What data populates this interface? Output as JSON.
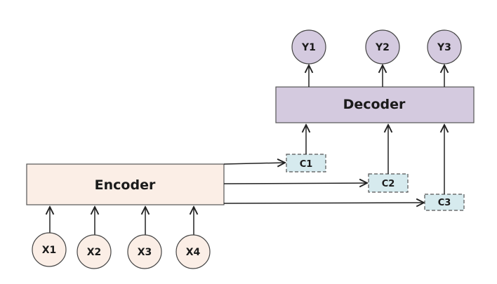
{
  "diagram": {
    "type": "encoder-decoder",
    "colors": {
      "encoder_fill": "#fbeee6",
      "decoder_fill": "#d4cadf",
      "context_fill": "#d6eaee",
      "input_fill": "#fbeee6",
      "output_fill": "#d4cadf",
      "stroke": "#333333"
    },
    "encoder": {
      "label": "Encoder"
    },
    "decoder": {
      "label": "Decoder"
    },
    "inputs": [
      {
        "id": "x1",
        "label": "X1"
      },
      {
        "id": "x2",
        "label": "X2"
      },
      {
        "id": "x3",
        "label": "X3"
      },
      {
        "id": "x4",
        "label": "X4"
      }
    ],
    "contexts": [
      {
        "id": "c1",
        "label": "C1"
      },
      {
        "id": "c2",
        "label": "C2"
      },
      {
        "id": "c3",
        "label": "C3"
      }
    ],
    "outputs": [
      {
        "id": "y1",
        "label": "Y1"
      },
      {
        "id": "y2",
        "label": "Y2"
      },
      {
        "id": "y3",
        "label": "Y3"
      }
    ],
    "edges": [
      {
        "from": "X1",
        "to": "Encoder"
      },
      {
        "from": "X2",
        "to": "Encoder"
      },
      {
        "from": "X3",
        "to": "Encoder"
      },
      {
        "from": "X4",
        "to": "Encoder"
      },
      {
        "from": "Encoder",
        "to": "C1"
      },
      {
        "from": "Encoder",
        "to": "C2"
      },
      {
        "from": "Encoder",
        "to": "C3"
      },
      {
        "from": "C1",
        "to": "Decoder"
      },
      {
        "from": "C2",
        "to": "Decoder"
      },
      {
        "from": "C3",
        "to": "Decoder"
      },
      {
        "from": "Decoder",
        "to": "Y1"
      },
      {
        "from": "Decoder",
        "to": "Y2"
      },
      {
        "from": "Decoder",
        "to": "Y3"
      }
    ]
  }
}
